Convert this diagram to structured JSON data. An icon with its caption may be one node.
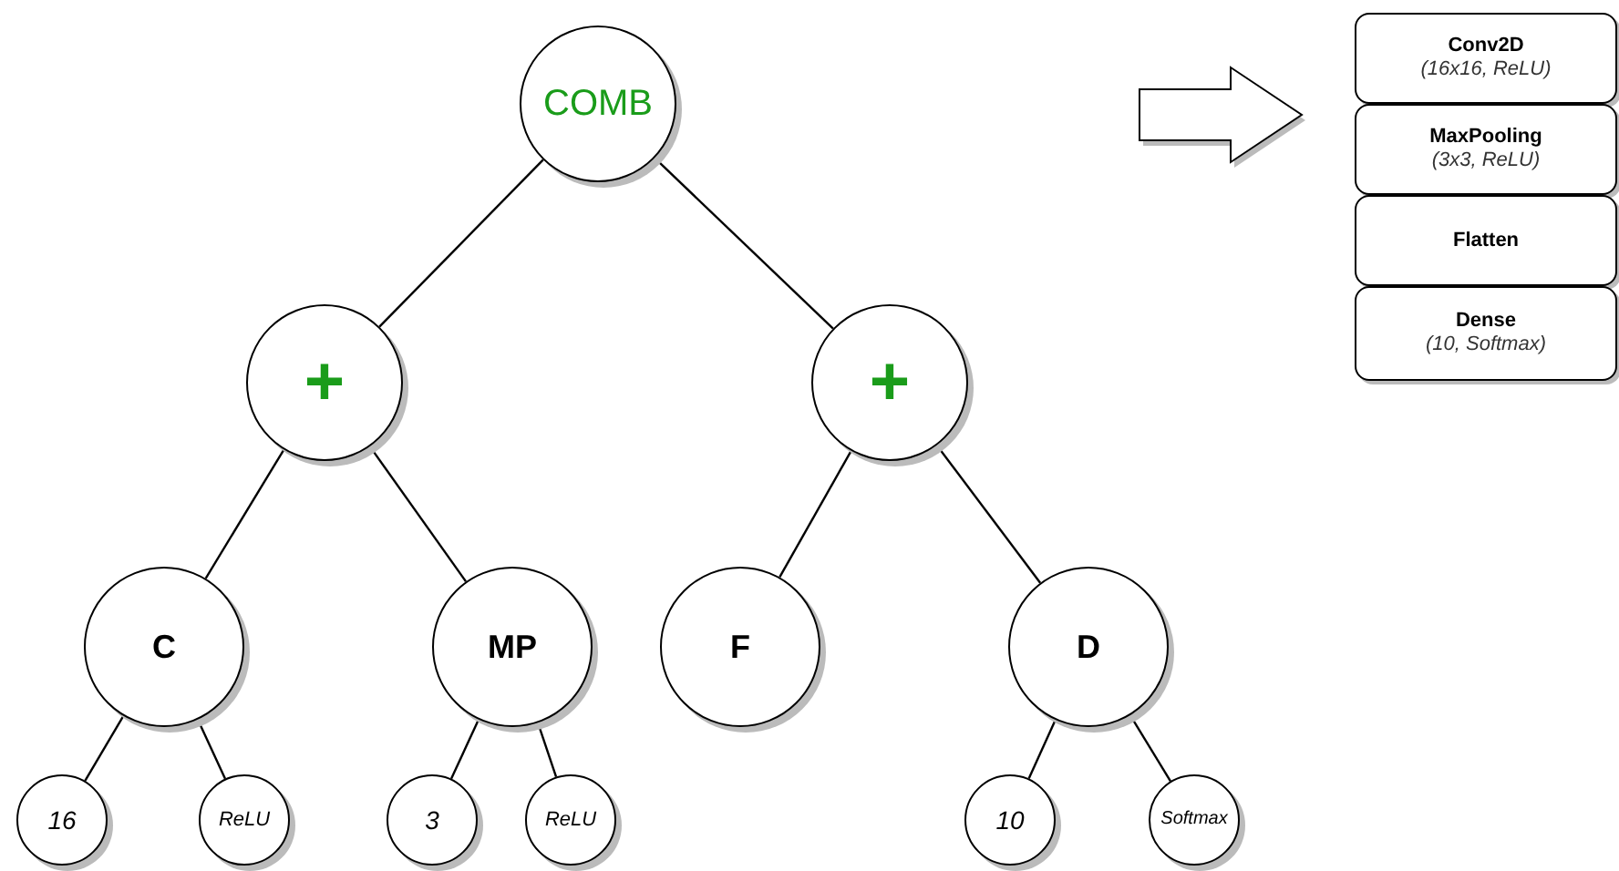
{
  "diagram": {
    "nodes": [
      {
        "text": [
          "COMB"
        ]
      },
      {
        "text": [
          "+"
        ]
      },
      {
        "text": [
          "+"
        ]
      },
      {
        "text": [
          "C"
        ]
      },
      {
        "text": [
          "MP"
        ]
      },
      {
        "text": [
          "F"
        ]
      },
      {
        "text": [
          "D"
        ]
      },
      {
        "text": [
          "16"
        ]
      },
      {
        "text": [
          "ReLU"
        ]
      },
      {
        "text": [
          "3"
        ]
      },
      {
        "text": [
          "ReLU"
        ]
      },
      {
        "text": [
          "10"
        ]
      },
      {
        "text": [
          "Softmax"
        ]
      },
      {
        "text": [
          "Conv2D",
          "(16x16, ReLU)"
        ]
      },
      {
        "text": [
          "MaxPooling",
          "(3x3, ReLU)"
        ]
      },
      {
        "text": [
          "Flatten"
        ]
      },
      {
        "text": [
          "Dense",
          "(10, Softmax)"
        ]
      }
    ],
    "edges": [
      {
        "from": 0,
        "to": 1,
        "arrow": "none"
      },
      {
        "from": 0,
        "to": 2,
        "arrow": "none"
      },
      {
        "from": 1,
        "to": 3,
        "arrow": "none"
      },
      {
        "from": 1,
        "to": 4,
        "arrow": "none"
      },
      {
        "from": 2,
        "to": 5,
        "arrow": "none"
      },
      {
        "from": 2,
        "to": 6,
        "arrow": "none"
      },
      {
        "from": 3,
        "to": 7,
        "arrow": "none"
      },
      {
        "from": 3,
        "to": 8,
        "arrow": "none"
      },
      {
        "from": 4,
        "to": 9,
        "arrow": "none"
      },
      {
        "from": 4,
        "to": 10,
        "arrow": "none"
      },
      {
        "from": 6,
        "to": 11,
        "arrow": "none"
      },
      {
        "from": 6,
        "to": 12,
        "arrow": "none"
      }
    ]
  }
}
